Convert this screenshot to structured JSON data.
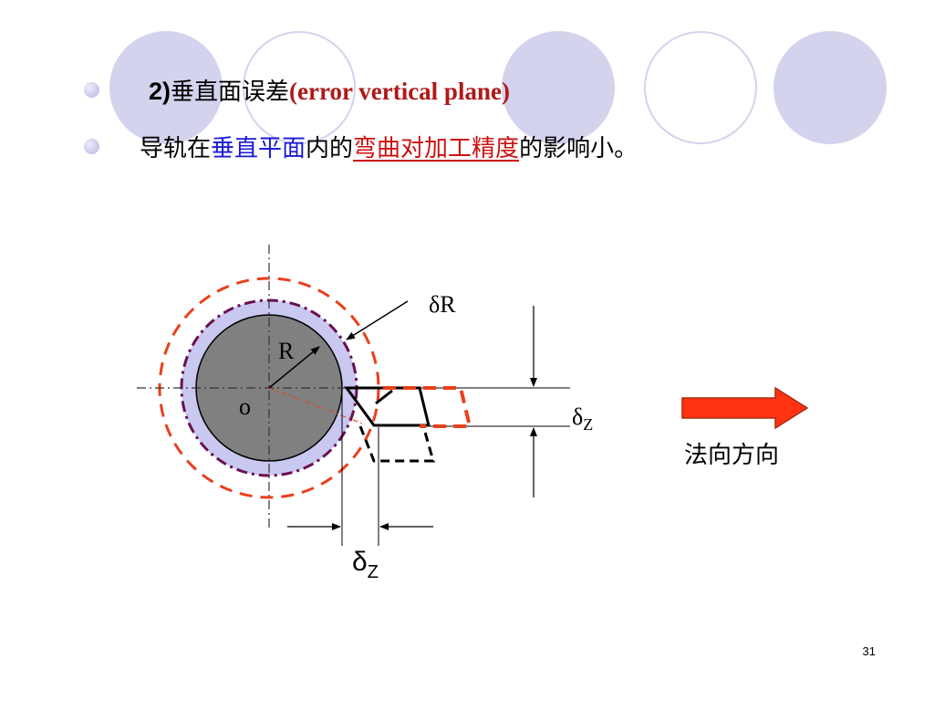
{
  "slide": {
    "bullet1": {
      "prefix": "2)",
      "title_cn": "垂直面误差",
      "title_en": "(error vertical plane)"
    },
    "bullet2": {
      "part1": "导轨在",
      "part2": "垂直平面",
      "part3": "内的",
      "part4": "弯曲对加工精度",
      "part5": "的影响小。"
    },
    "page_number": "31"
  },
  "diagram": {
    "label_deltaR": "δR",
    "label_R": "R",
    "label_O": "o",
    "label_deltaZ_right_delta": "δ",
    "label_deltaZ_right_sub": "Z",
    "label_deltaZ_bottom_delta": "δ",
    "label_deltaZ_bottom_sub": "Z",
    "arrow_label": "法向方向"
  },
  "colors": {
    "deco_circle": "#d3d3ee",
    "disc_gray": "#808080",
    "ring_fill": "#c8c8f0",
    "dashdot_purple": "#6a0f4f",
    "dashed_orange": "#e8401c",
    "arrow_fill": "#ff3311",
    "title_red": "#b01818",
    "highlight_blue": "#1a1ad6",
    "highlight_red": "#cc1111"
  }
}
